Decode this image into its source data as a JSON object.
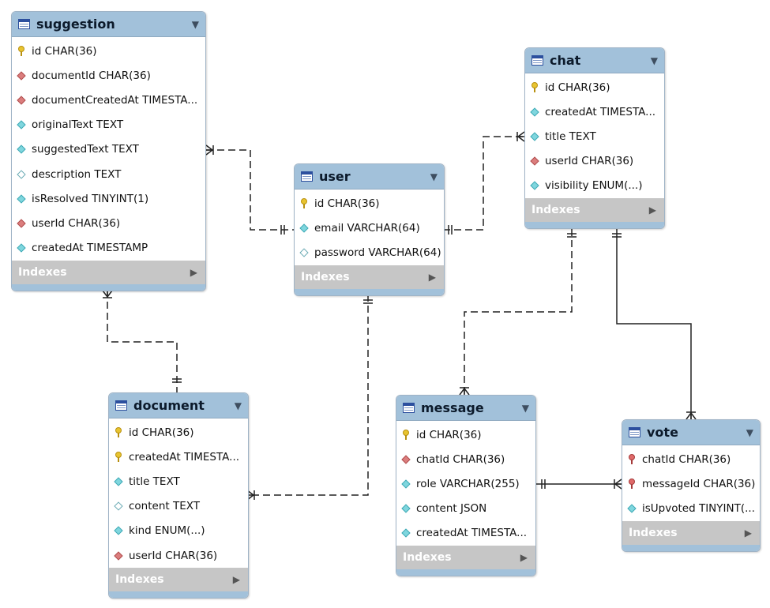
{
  "tables": {
    "suggestion": {
      "name": "suggestion",
      "menu_icon": "dropdown-triangle",
      "columns": [
        {
          "label": "id CHAR(36)",
          "kind": "pk"
        },
        {
          "label": "documentId CHAR(36)",
          "kind": "fk"
        },
        {
          "label": "documentCreatedAt TIMESTA...",
          "kind": "fk"
        },
        {
          "label": "originalText TEXT",
          "kind": "nn"
        },
        {
          "label": "suggestedText TEXT",
          "kind": "nn"
        },
        {
          "label": "description TEXT",
          "kind": "null"
        },
        {
          "label": "isResolved TINYINT(1)",
          "kind": "nn"
        },
        {
          "label": "userId CHAR(36)",
          "kind": "fk"
        },
        {
          "label": "createdAt TIMESTAMP",
          "kind": "nn"
        }
      ],
      "indexes_label": "Indexes"
    },
    "user": {
      "name": "user",
      "menu_icon": "dropdown-triangle",
      "columns": [
        {
          "label": "id CHAR(36)",
          "kind": "pk"
        },
        {
          "label": "email VARCHAR(64)",
          "kind": "nn"
        },
        {
          "label": "password VARCHAR(64)",
          "kind": "null"
        }
      ],
      "indexes_label": "Indexes"
    },
    "chat": {
      "name": "chat",
      "menu_icon": "dropdown-triangle",
      "columns": [
        {
          "label": "id CHAR(36)",
          "kind": "pk"
        },
        {
          "label": "createdAt TIMESTA...",
          "kind": "nn"
        },
        {
          "label": "title TEXT",
          "kind": "nn"
        },
        {
          "label": "userId CHAR(36)",
          "kind": "fk"
        },
        {
          "label": "visibility ENUM(...)",
          "kind": "nn"
        }
      ],
      "indexes_label": "Indexes"
    },
    "document": {
      "name": "document",
      "menu_icon": "dropdown-triangle",
      "columns": [
        {
          "label": "id CHAR(36)",
          "kind": "pk"
        },
        {
          "label": "createdAt TIMESTA...",
          "kind": "pk"
        },
        {
          "label": "title TEXT",
          "kind": "nn"
        },
        {
          "label": "content TEXT",
          "kind": "null"
        },
        {
          "label": "kind ENUM(...)",
          "kind": "nn"
        },
        {
          "label": "userId CHAR(36)",
          "kind": "fk"
        }
      ],
      "indexes_label": "Indexes"
    },
    "message": {
      "name": "message",
      "menu_icon": "dropdown-triangle",
      "columns": [
        {
          "label": "id CHAR(36)",
          "kind": "pk"
        },
        {
          "label": "chatId CHAR(36)",
          "kind": "fk"
        },
        {
          "label": "role VARCHAR(255)",
          "kind": "nn"
        },
        {
          "label": "content JSON",
          "kind": "nn"
        },
        {
          "label": "createdAt TIMESTA...",
          "kind": "nn"
        }
      ],
      "indexes_label": "Indexes"
    },
    "vote": {
      "name": "vote",
      "menu_icon": "dropdown-triangle",
      "columns": [
        {
          "label": "chatId CHAR(36)",
          "kind": "pk-fk"
        },
        {
          "label": "messageId CHAR(36)",
          "kind": "pk-fk"
        },
        {
          "label": "isUpvoted TINYINT(...",
          "kind": "nn"
        }
      ],
      "indexes_label": "Indexes"
    }
  },
  "relationships": [
    {
      "from": "user",
      "to": "suggestion",
      "style": "non-identifying",
      "cardinality": "one-to-many"
    },
    {
      "from": "user",
      "to": "chat",
      "style": "non-identifying",
      "cardinality": "one-to-many"
    },
    {
      "from": "user",
      "to": "document",
      "style": "non-identifying",
      "cardinality": "one-to-many"
    },
    {
      "from": "document",
      "to": "suggestion",
      "style": "non-identifying",
      "cardinality": "one-to-many"
    },
    {
      "from": "chat",
      "to": "message",
      "style": "non-identifying",
      "cardinality": "one-to-many"
    },
    {
      "from": "chat",
      "to": "vote",
      "style": "identifying",
      "cardinality": "one-to-many"
    },
    {
      "from": "message",
      "to": "vote",
      "style": "identifying",
      "cardinality": "one-to-many"
    }
  ],
  "colors": {
    "header": "#a2c1da",
    "indexes_bar": "#c6c6c6",
    "connector": "#222222",
    "primary_key": "#e8c430",
    "foreign_key": "#db7d7d",
    "not_null": "#7fd6de"
  }
}
